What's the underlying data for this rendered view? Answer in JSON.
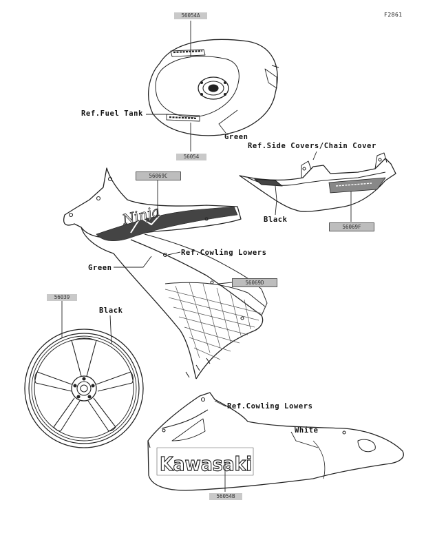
{
  "figure_id": "F2861",
  "part_numbers": {
    "tank_top": "56054A",
    "tank_bottom": "56054",
    "cowl_upper": "56069C",
    "cowl_mid": "56069D",
    "tail": "56069F",
    "wheel": "56039",
    "lower_cowl": "56054B"
  },
  "callouts": {
    "ref_fuel_tank": "Ref.Fuel Tank",
    "green_tank": "Green",
    "ref_side_covers": "Ref.Side Covers/Chain Cover",
    "black_tail": "Black",
    "ref_cowling_lowers_1": "Ref.Cowling Lowers",
    "green_cowl": "Green",
    "black_wheel": "Black",
    "ref_cowling_lowers_2": "Ref.Cowling Lowers",
    "white": "White"
  },
  "decal_text": {
    "ninja": "Ninja",
    "kawasaki": "Kawasaki"
  }
}
